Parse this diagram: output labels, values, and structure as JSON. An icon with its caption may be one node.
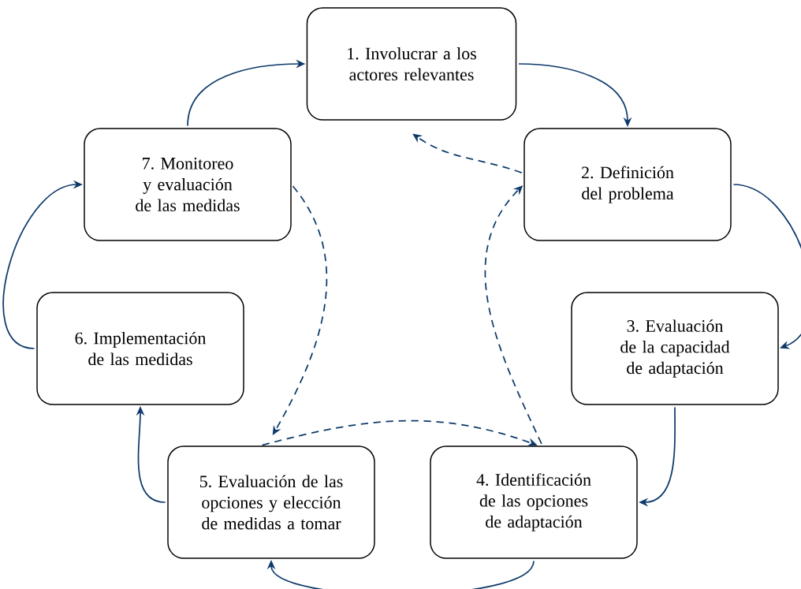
{
  "diagram": {
    "nodes": [
      {
        "text": [
          "1. Involucrar a los actores relevantes"
        ]
      },
      {
        "text": [
          "2. Definición del problema"
        ]
      },
      {
        "text": [
          "3. Evaluación de la capacidad de adaptación"
        ]
      },
      {
        "text": [
          "4. Identificación de las opciones de adaptación"
        ]
      },
      {
        "text": [
          "5. Evaluación de las opciones y elección de medidas a tomar"
        ]
      },
      {
        "text": [
          "6. Implementación de las medidas"
        ]
      },
      {
        "text": [
          "7. Monitoreo y evaluación de las medidas"
        ]
      }
    ],
    "edges": [
      {
        "from": 0,
        "to": 1,
        "arrow": "to"
      },
      {
        "from": 1,
        "to": 2,
        "arrow": "to"
      },
      {
        "from": 2,
        "to": 3,
        "arrow": "to"
      },
      {
        "from": 3,
        "to": 4,
        "arrow": "to"
      },
      {
        "from": 4,
        "to": 5,
        "arrow": "to"
      },
      {
        "from": 5,
        "to": 6,
        "arrow": "to"
      },
      {
        "from": 6,
        "to": 0,
        "arrow": "to"
      },
      {
        "from": 1,
        "to": 0,
        "arrow": "to",
        "style": "dashed"
      },
      {
        "from": 3,
        "to": 1,
        "arrow": "to",
        "style": "dashed"
      },
      {
        "from": 6,
        "to": 4,
        "arrow": "to",
        "style": "dashed"
      },
      {
        "from": 4,
        "to": 3,
        "arrow": "to",
        "style": "dashed"
      }
    ]
  }
}
